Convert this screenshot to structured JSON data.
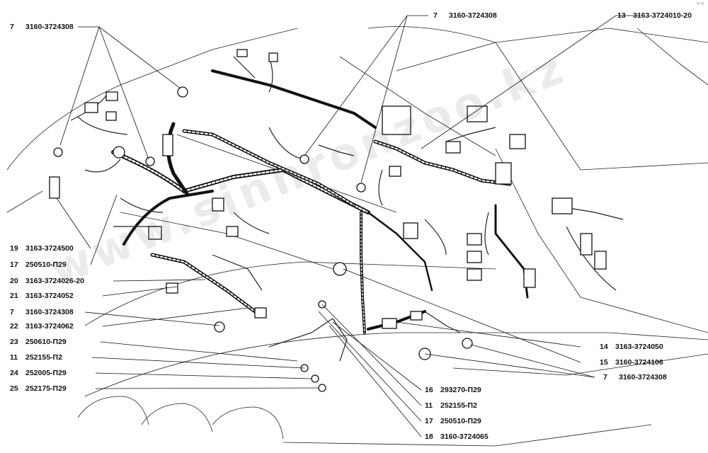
{
  "watermark": "www.sinhronzoo.kz",
  "corner_mark": "≈ ≈",
  "callouts": {
    "c7_top_left": {
      "num": "7",
      "part": "3160-3724308"
    },
    "c7_top_mid": {
      "num": "7",
      "part": "3160-3724308"
    },
    "c13": {
      "num": "13",
      "part": "3163-3724010-20"
    },
    "c19": {
      "num": "19",
      "part": "3163-3724500"
    },
    "c17_left": {
      "num": "17",
      "part": "250510-П29"
    },
    "c20": {
      "num": "20",
      "part": "3163-3724026-20"
    },
    "c21": {
      "num": "21",
      "part": "3163-3724052"
    },
    "c7_left": {
      "num": "7",
      "part": "3160-3724308"
    },
    "c22": {
      "num": "22",
      "part": "3163-3724062"
    },
    "c23": {
      "num": "23",
      "part": "250610-П29"
    },
    "c11_left": {
      "num": "11",
      "part": "252155-П2"
    },
    "c24": {
      "num": "24",
      "part": "252005-П29"
    },
    "c25": {
      "num": "25",
      "part": "252175-П29"
    },
    "c14": {
      "num": "14",
      "part": "3163-3724050"
    },
    "c15": {
      "num": "15",
      "part": "3160-3724106"
    },
    "c7_right": {
      "num": "7",
      "part": "3160-3724308"
    },
    "c16": {
      "num": "16",
      "part": "293270-П29"
    },
    "c11_bottom": {
      "num": "11",
      "part": "252155-П2"
    },
    "c17_bottom": {
      "num": "17",
      "part": "250510-П29"
    },
    "c18": {
      "num": "18",
      "part": "3160-3724065"
    }
  }
}
